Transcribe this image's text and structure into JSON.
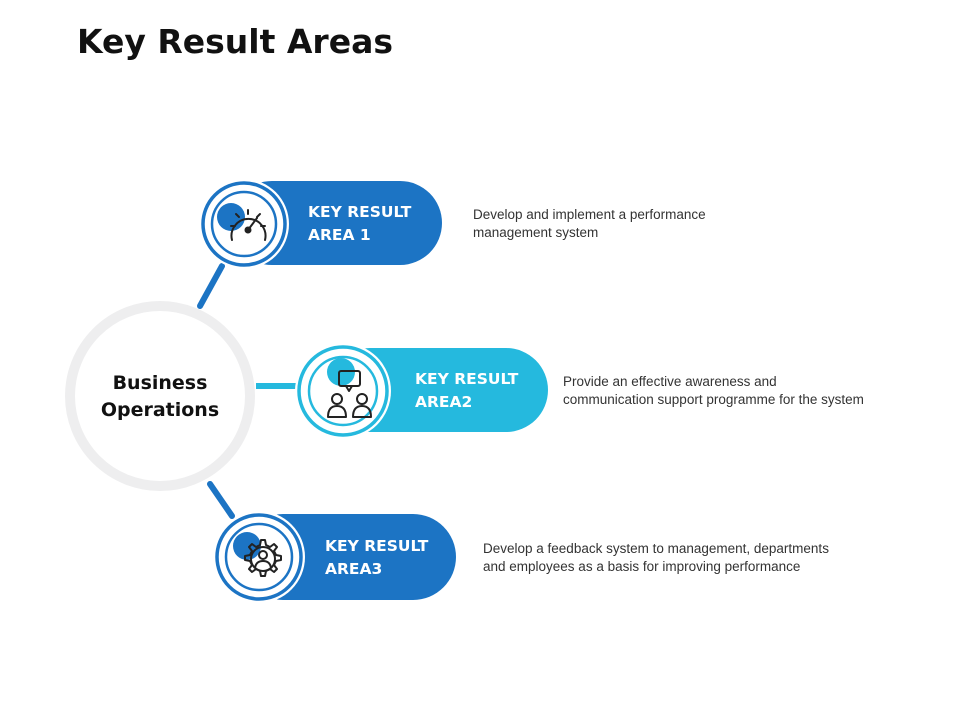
{
  "title": "Key Result Areas",
  "center": {
    "line1": "Business",
    "line2": "Operations"
  },
  "areas": [
    {
      "label_line1": "KEY RESULT",
      "label_line2": "AREA 1",
      "description_line1": "Develop and implement a performance",
      "description_line2": "management system",
      "icon": "speedometer-icon",
      "color": "#1c74c4"
    },
    {
      "label_line1": "KEY RESULT",
      "label_line2": "AREA2",
      "description_line1": "Provide an effective awareness and",
      "description_line2": "communication support programme for the system",
      "icon": "team-chat-icon",
      "color": "#25b9de"
    },
    {
      "label_line1": "KEY RESULT",
      "label_line2": "AREA3",
      "description_line1": "Develop a feedback system to management, departments",
      "description_line2": "and employees as a basis for improving performance",
      "icon": "gear-person-icon",
      "color": "#1c74c4"
    }
  ],
  "colors": {
    "dark_blue": "#1c74c4",
    "light_blue": "#25b9de",
    "ring_gray": "#eeeeef",
    "text": "#333333"
  }
}
